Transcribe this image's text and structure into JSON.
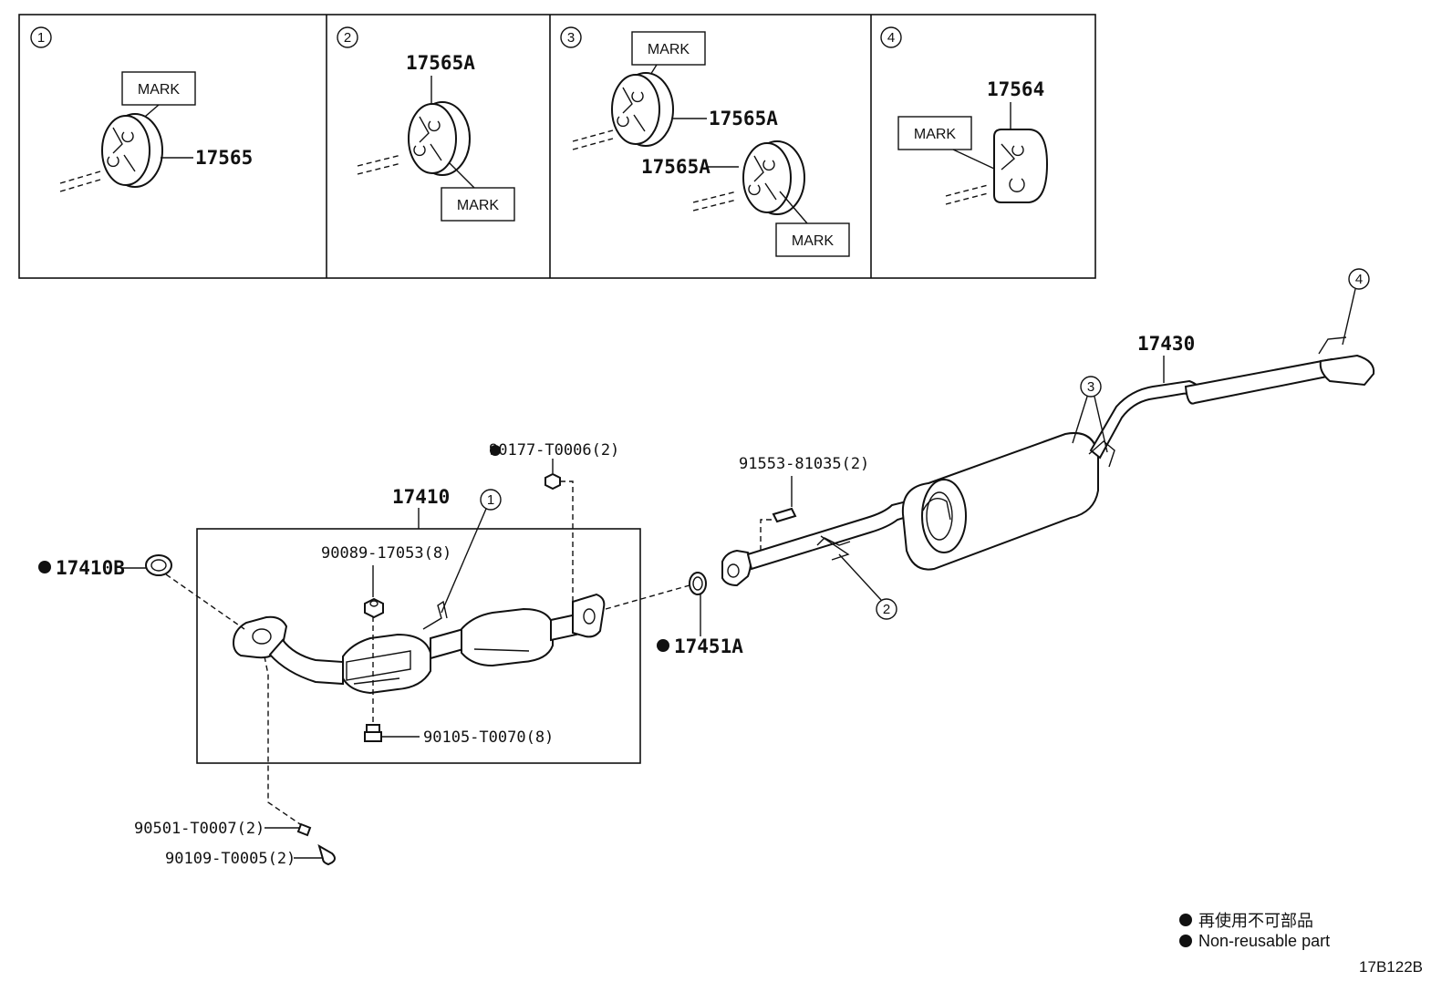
{
  "diagram_code": "17B122B",
  "legend": {
    "japanese": "再使用不可部品",
    "english": "Non-reusable part"
  },
  "detail_panels": [
    {
      "number": "1",
      "parts": [
        "17565"
      ],
      "mark_labels": [
        "MARK"
      ]
    },
    {
      "number": "2",
      "parts": [
        "17565A"
      ],
      "mark_labels": [
        "MARK"
      ]
    },
    {
      "number": "3",
      "parts": [
        "17565A",
        "17565A"
      ],
      "mark_labels": [
        "MARK",
        "MARK"
      ]
    },
    {
      "number": "4",
      "parts": [
        "17564"
      ],
      "mark_labels": [
        "MARK"
      ]
    }
  ],
  "main_parts": {
    "front_pipe": "17410",
    "gasket_front": "17410B",
    "gasket_mid": "17451A",
    "tail_pipe": "17430",
    "nut_upper": "90177-T0006(2)",
    "nut_box": "90089-17053(8)",
    "bolt_box": "90105-T0070(8)",
    "bolt_mid": "91553-81035(2)",
    "spring": "90501-T0007(2)",
    "bolt_front": "90109-T0005(2)"
  },
  "callouts": [
    "1",
    "2",
    "3",
    "4"
  ]
}
